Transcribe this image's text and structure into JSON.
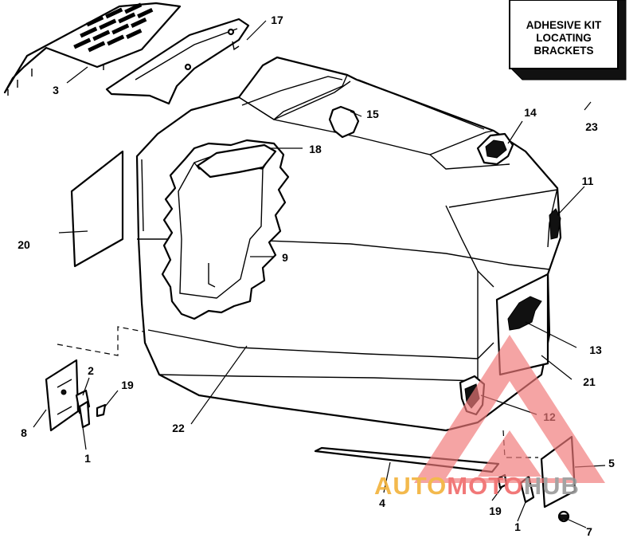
{
  "box_label": {
    "line1": "ADHESIVE KIT",
    "line2": "LOCATING",
    "line3": "BRACKETS"
  },
  "callouts": {
    "c1a": "1",
    "c1b": "1",
    "c2": "2",
    "c3": "3",
    "c4": "4",
    "c5": "5",
    "c7": "7",
    "c8": "8",
    "c9": "9",
    "c11": "11",
    "c12": "12",
    "c13": "13",
    "c14": "14",
    "c15": "15",
    "c17": "17",
    "c18": "18",
    "c19a": "19",
    "c19b": "19",
    "c20": "20",
    "c21": "21",
    "c22": "22",
    "c23": "23"
  },
  "watermark": {
    "part1": "AUTO",
    "part2": "MOTO",
    "part3": "HUB",
    "colors": {
      "auto": "#f2b23a",
      "moto": "#f06a6a",
      "hub": "#9a9a9a",
      "logo": "#f07a7a"
    }
  }
}
